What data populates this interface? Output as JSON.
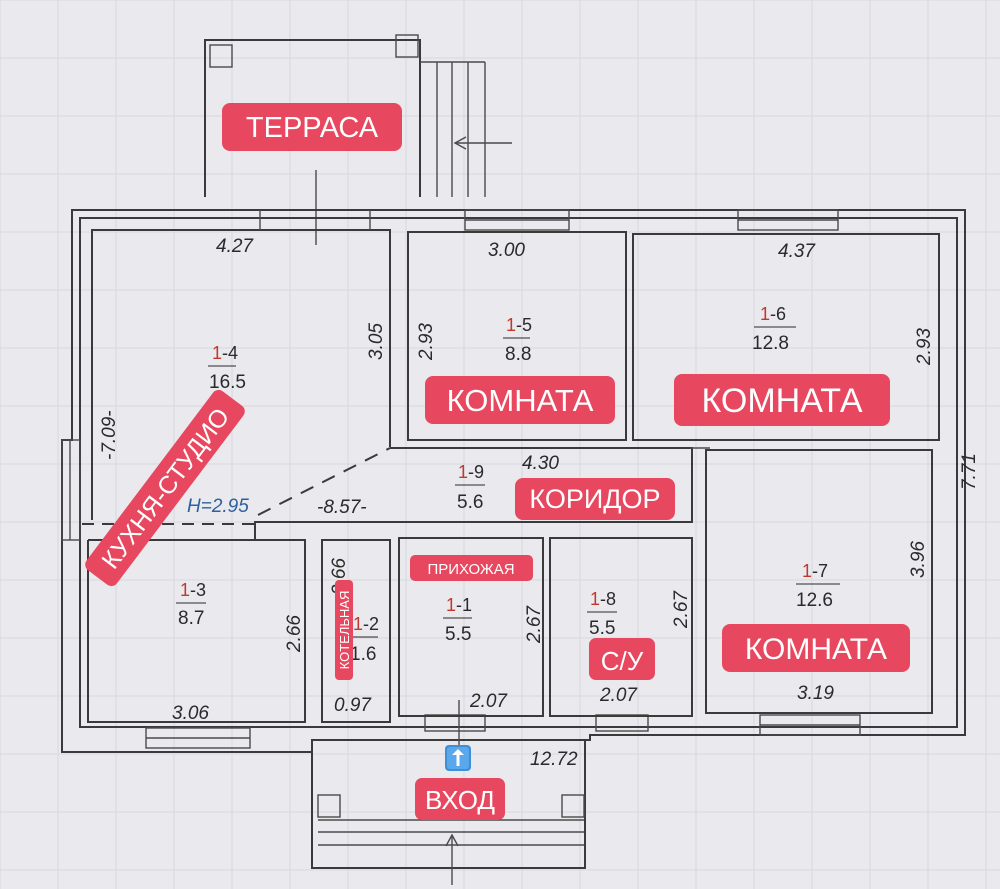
{
  "labels": {
    "terrace": "ТЕРРАСА",
    "kitchen": "КУХНЯ-СТУДИО",
    "room_15": "КОМНАТА",
    "room_16": "КОМНАТА",
    "room_17": "КОМНАТА",
    "corridor": "КОРИДОР",
    "hallway": "ПРИХОЖАЯ",
    "boiler": "КОТЕЛЬНАЯ",
    "bathroom": "С/У",
    "entrance": "ВХОД"
  },
  "rooms": {
    "r14": {
      "code_a": "1",
      "code_b": "-4",
      "area": "16.5"
    },
    "r15": {
      "code_a": "1",
      "code_b": "-5",
      "area": "8.8"
    },
    "r16": {
      "code_a": "1",
      "code_b": "-6",
      "area": "12.8"
    },
    "r19": {
      "code_a": "1",
      "code_b": "-9",
      "area": "5.6"
    },
    "r13": {
      "code_a": "1",
      "code_b": "-3",
      "area": "8.7"
    },
    "r12": {
      "code_a": "1",
      "code_b": "-2",
      "area": "1.6"
    },
    "r11": {
      "code_a": "1",
      "code_b": "-1",
      "area": "5.5"
    },
    "r18": {
      "code_a": "1",
      "code_b": "-8",
      "area": "5.5"
    },
    "r17": {
      "code_a": "1",
      "code_b": "-7",
      "area": "12.6"
    }
  },
  "dims": {
    "d427": "4.27",
    "d305": "3.05",
    "d300": "3.00",
    "d293a": "2.93",
    "d437": "4.37",
    "d293b": "2.93",
    "d709": "-7.09-",
    "d771": "7.71",
    "d430": "4.30",
    "d857": "-8.57-",
    "d266a": "2.66",
    "d266b": "2.66",
    "d267a": "2.67",
    "d267b": "2.67",
    "d396": "3.96",
    "d306": "3.06",
    "d097": "0.97",
    "d207a": "2.07",
    "d207b": "2.07",
    "d319": "3.19",
    "d1272": "12.72",
    "height": "H=2.95"
  },
  "icons": {
    "entry_arrow": "up-arrow-icon"
  },
  "colors": {
    "tag": "#e8485f",
    "height_text": "#2f5f9e",
    "code_red": "#c0392b"
  }
}
